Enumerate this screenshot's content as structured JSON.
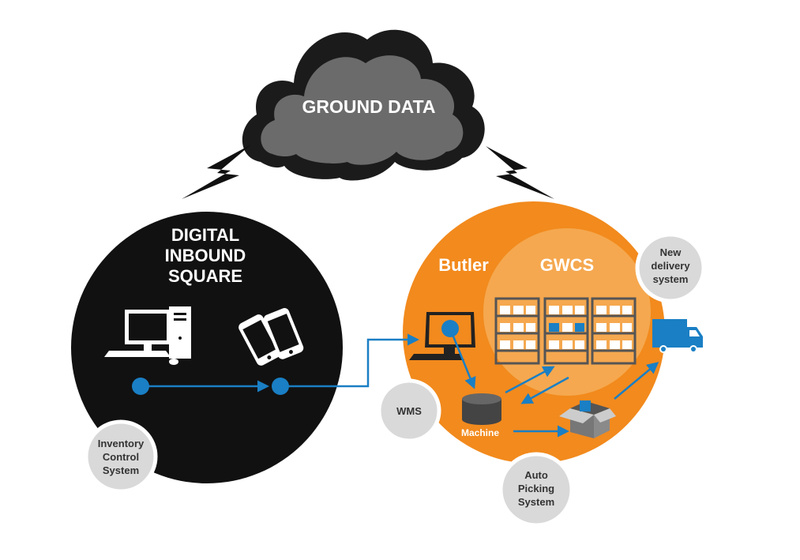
{
  "cloud": {
    "title": "GROUND DATA"
  },
  "digital_inbound": {
    "title_lines": [
      "DIGITAL",
      "INBOUND",
      "SQUARE"
    ]
  },
  "butler": {
    "label": "Butler",
    "gwcs_label": "GWCS",
    "machine_label": "Machine"
  },
  "satellites": {
    "inventory": {
      "lines": [
        "Inventory",
        "Control",
        "System"
      ]
    },
    "wms": {
      "lines": [
        "WMS"
      ]
    },
    "delivery": {
      "lines": [
        "New",
        "delivery",
        "system"
      ]
    },
    "picking": {
      "lines": [
        "Auto",
        "Picking",
        "System"
      ]
    }
  },
  "colors": {
    "black_circle": "#111111",
    "orange": "#f28a1d",
    "gwcs_inner": "#f5a84f",
    "blue": "#1a7fc4",
    "gray_circle": "#d9d9d9",
    "cloud_dark": "#1b1b1b",
    "cloud_inner": "#6b6b6b"
  },
  "icons": [
    "cloud-icon",
    "lightning-icon",
    "desktop-computer-icon",
    "smartphones-icon",
    "monitor-icon",
    "database-icon",
    "shelving-icon",
    "open-box-icon",
    "truck-icon"
  ]
}
